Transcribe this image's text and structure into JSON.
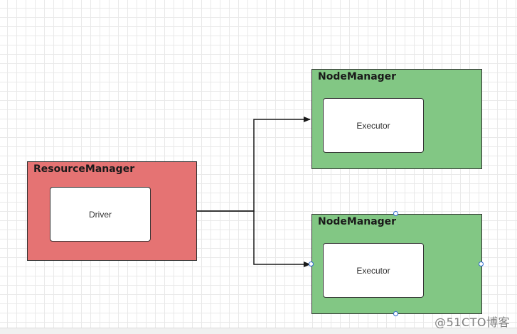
{
  "colors": {
    "resource_fill": "#e57373",
    "node_fill": "#82c784",
    "stroke": "#333333",
    "selection": "#2e6bd0"
  },
  "resource_manager": {
    "title": "ResourceManager",
    "inner_label": "Driver"
  },
  "node_managers": [
    {
      "title": "NodeManager",
      "inner_label": "Executor"
    },
    {
      "title": "NodeManager",
      "inner_label": "Executor"
    }
  ],
  "watermark": "@51CTO博客"
}
